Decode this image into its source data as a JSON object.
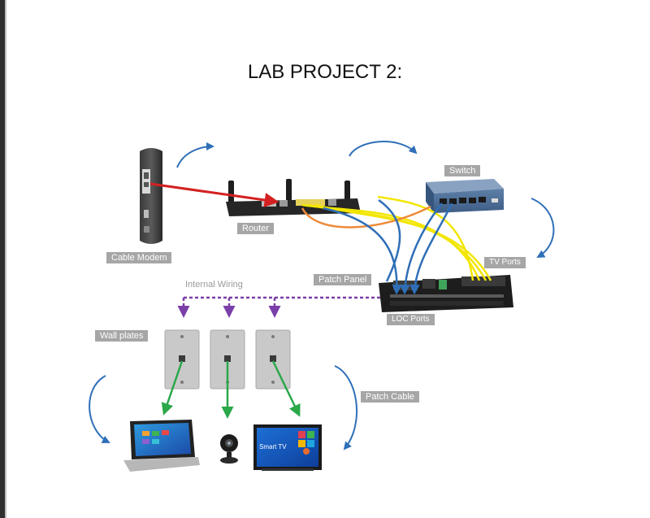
{
  "title": "LAB PROJECT 2:",
  "labels": {
    "switch": "Switch",
    "router": "Router",
    "cable_modem": "Cable Modem",
    "tv_ports": "TV Ports",
    "internal_wiring": "Internal Wiring",
    "patch_panel": "Patch Panel",
    "loc_ports": "LOC Ports",
    "wall_plates": "Wall plates",
    "patch_cable": "Patch Cable",
    "smart_tv_text": "Smart TV"
  },
  "colors": {
    "label_bg": "#a6a6a6",
    "red_cable": "#d42020",
    "yellow_cable": "#f2e600",
    "orange_cable": "#ee8a3a",
    "blue_cable": "#2f6fb8",
    "purple_wiring": "#7a3fa8",
    "green_arrow": "#2aa84a"
  }
}
